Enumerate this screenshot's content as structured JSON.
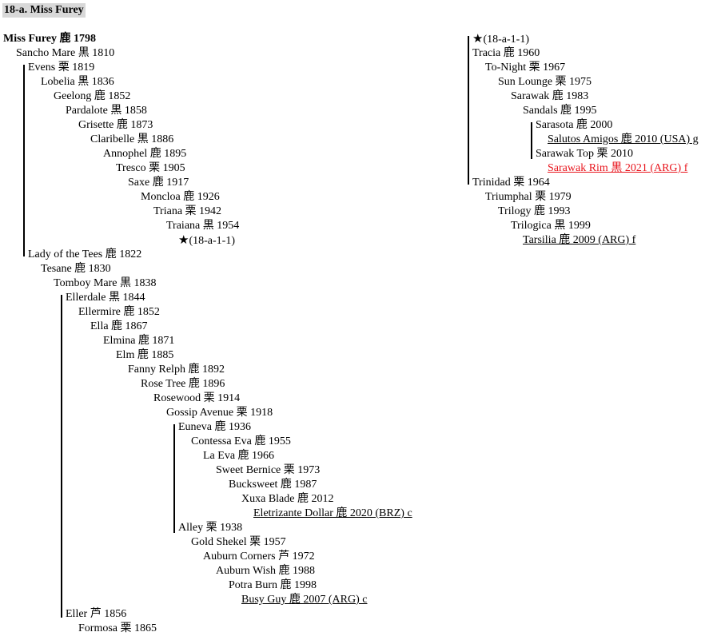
{
  "heading": "18-a. Miss Furey",
  "entries": [
    {
      "text": "Miss Furey 鹿 1798",
      "bold": true
    },
    {
      "text": "Sancho Mare 黒 1810"
    },
    {
      "text": "Evens 栗 1819"
    },
    {
      "text": "Lobelia 黒 1836"
    },
    {
      "text": "Geelong 鹿 1852"
    },
    {
      "text": "Pardalote 黒 1858"
    },
    {
      "text": "Grisette 鹿 1873"
    },
    {
      "text": "Claribelle 黒 1886"
    },
    {
      "text": "Annophel 鹿 1895"
    },
    {
      "text": "Tresco 栗 1905"
    },
    {
      "text": "Saxe 鹿 1917"
    },
    {
      "text": "Moncloa 鹿 1926"
    },
    {
      "text": "Triana 栗 1942"
    },
    {
      "text": "Traiana 黒 1954"
    },
    {
      "text": "(18-a-1-1)",
      "star": "★"
    },
    {
      "text": "Lady of the Tees 鹿 1822"
    },
    {
      "text": "Tesane 鹿 1830"
    },
    {
      "text": "Tomboy Mare 黒 1838"
    },
    {
      "text": "Ellerdale 黒 1844"
    },
    {
      "text": "Ellermire 鹿 1852"
    },
    {
      "text": "Ella 鹿 1867"
    },
    {
      "text": "Elmina 鹿 1871"
    },
    {
      "text": "Elm 鹿 1885"
    },
    {
      "text": "Fanny Relph 鹿 1892"
    },
    {
      "text": "Rose Tree 鹿 1896"
    },
    {
      "text": "Rosewood 栗 1914"
    },
    {
      "text": "Gossip Avenue 栗 1918"
    },
    {
      "text": "Euneva 鹿 1936"
    },
    {
      "text": "Contessa Eva 鹿 1955"
    },
    {
      "text": "La Eva 鹿 1966"
    },
    {
      "text": "Sweet Bernice 栗 1973"
    },
    {
      "text": "Bucksweet 鹿 1987"
    },
    {
      "text": "Xuxa Blade 鹿 2012"
    },
    {
      "text": "Eletrizante Dollar 鹿 2020 (BRZ) c",
      "underline": true
    },
    {
      "text": "Alley 栗 1938"
    },
    {
      "text": "Gold Shekel 栗 1957"
    },
    {
      "text": "Auburn Corners 芦 1972"
    },
    {
      "text": "Auburn Wish 鹿 1988"
    },
    {
      "text": "Potra Burn 鹿 1998"
    },
    {
      "text": "Busy Guy 鹿 2007 (ARG) c",
      "underline": true
    },
    {
      "text": "Eller 芦 1856"
    },
    {
      "text": "Formosa 栗 1865"
    },
    {
      "text": "(18-a-1-1)",
      "star": "★"
    },
    {
      "text": "Tracia 鹿 1960"
    },
    {
      "text": "To-Night 栗 1967"
    },
    {
      "text": "Sun Lounge 栗 1975"
    },
    {
      "text": "Sarawak 鹿 1983"
    },
    {
      "text": "Sandals 鹿 1995"
    },
    {
      "text": "Sarasota 鹿 2000"
    },
    {
      "text": "Salutos Amigos 鹿 2010 (USA) g",
      "underline": true
    },
    {
      "text": "Sarawak Top 栗 2010"
    },
    {
      "text": "Sarawak Rim 黒 2021 (ARG) f",
      "highlight": "#e8141c"
    },
    {
      "text": "Trinidad 栗 1964"
    },
    {
      "text": "Triumphal 栗 1979"
    },
    {
      "text": "Trilogy 鹿 1993"
    },
    {
      "text": "Trilogica 黒 1999"
    },
    {
      "text": "Tarsilia 鹿 2009 (ARG) f",
      "underline": true
    }
  ]
}
